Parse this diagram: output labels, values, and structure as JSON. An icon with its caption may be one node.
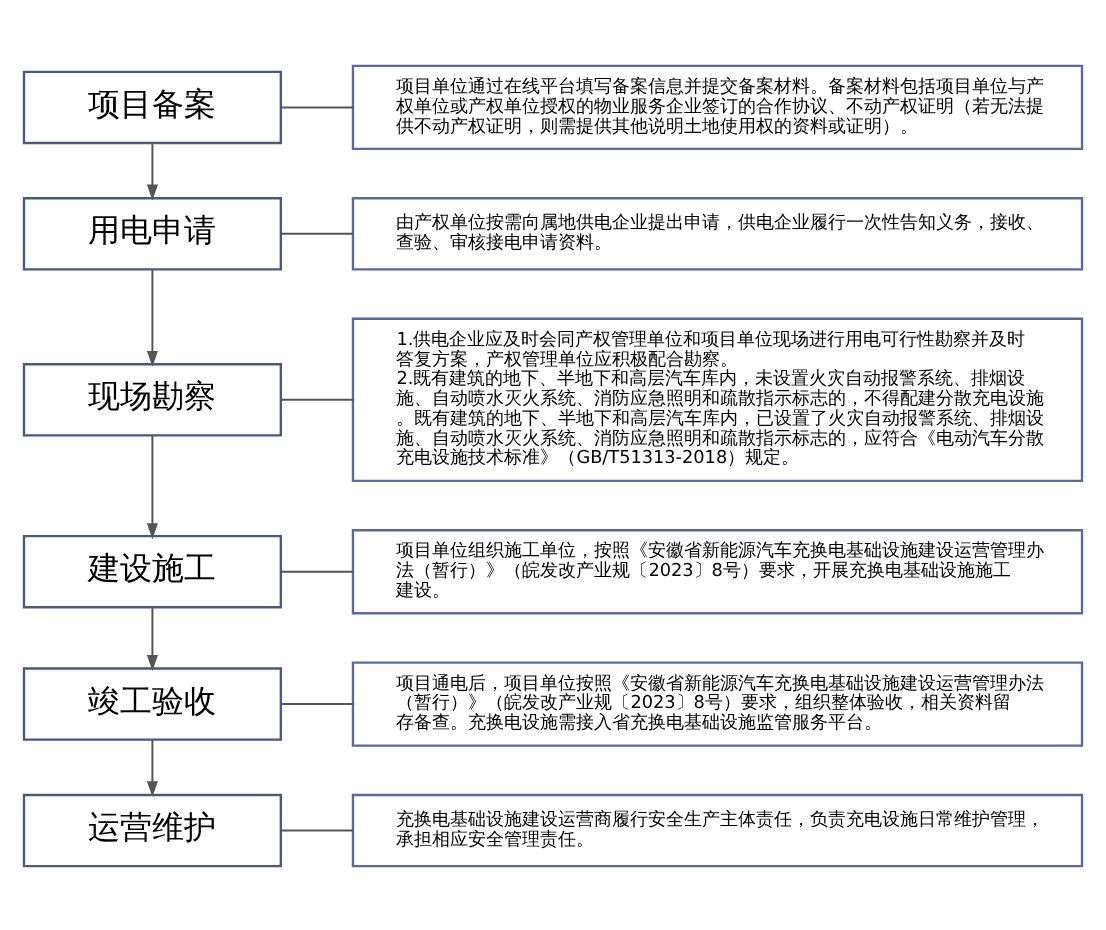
{
  "diagram": {
    "nodes": [
      {
        "text": [
          "项目备案"
        ]
      },
      {
        "text": [
          "项目单位通过在线平台填写备案信息并提交备案材料。备案材料包括项目单位与产权单位或产权单位授权的物业服务企业签订的合作协议、不动产权证明（若无法提供不动产权证明，则需提供其他说明土地使用权的资料或证明）。"
        ]
      },
      {
        "text": [
          "用电申请"
        ]
      },
      {
        "text": [
          "由产权单位按需向属地供电企业提出申请，供电企业履行一次性告知义务，接收、查验、审核接电申请资料。"
        ]
      },
      {
        "text": [
          "现场勘察"
        ]
      },
      {
        "text": [
          "1.供电企业应及时会同产权管理单位和项目单位现场进行用电可行性勘察并及时答复方案，产权管理单位应积极配合勘察。",
          "2.既有建筑的地下、半地下和高层汽车库内，未设置火灾自动报警系统、排烟设施、自动喷水灭火系统、消防应急照明和疏散指示标志的，不得配建分散充电设施。既有建筑的地下、半地下和高层汽车库内，已设置了火灾自动报警系统、排烟设施、自动喷水灭火系统、消防应急照明和疏散指示标志的，应符合《电动汽车分散充电设施技术标准》（GB/T51313-2018）规定。"
        ]
      },
      {
        "text": [
          "建设施工"
        ]
      },
      {
        "text": [
          "项目单位组织施工单位，按照《安徽省新能源汽车充换电基础设施建设运营管理办法（暂行）》（皖发改产业规〔2023〕8号）要求，开展充换电基础设施施工建设。"
        ]
      },
      {
        "text": [
          "竣工验收"
        ]
      },
      {
        "text": [
          "项目通电后，项目单位按照《安徽省新能源汽车充换电基础设施建设运营管理办法（暂行）》（皖发改产业规〔2023〕8号）要求，组织整体验收，相关资料留存备查。充换电设施需接入省充换电基础设施监管服务平台。"
        ]
      },
      {
        "text": [
          "运营维护"
        ]
      },
      {
        "text": [
          "充换电基础设施建设运营商履行安全生产主体责任，负责充电设施日常维护管理，承担相应安全管理责任。"
        ]
      }
    ],
    "edges": [
      {
        "from": 0,
        "to": 1,
        "arrow": "none"
      },
      {
        "from": 0,
        "to": 2,
        "arrow": "to"
      },
      {
        "from": 2,
        "to": 3,
        "arrow": "none"
      },
      {
        "from": 2,
        "to": 4,
        "arrow": "to"
      },
      {
        "from": 4,
        "to": 5,
        "arrow": "none"
      },
      {
        "from": 4,
        "to": 6,
        "arrow": "to"
      },
      {
        "from": 6,
        "to": 7,
        "arrow": "none"
      },
      {
        "from": 6,
        "to": 8,
        "arrow": "to"
      },
      {
        "from": 8,
        "to": 9,
        "arrow": "none"
      },
      {
        "from": 8,
        "to": 10,
        "arrow": "to"
      },
      {
        "from": 10,
        "to": 11,
        "arrow": "none"
      }
    ]
  }
}
